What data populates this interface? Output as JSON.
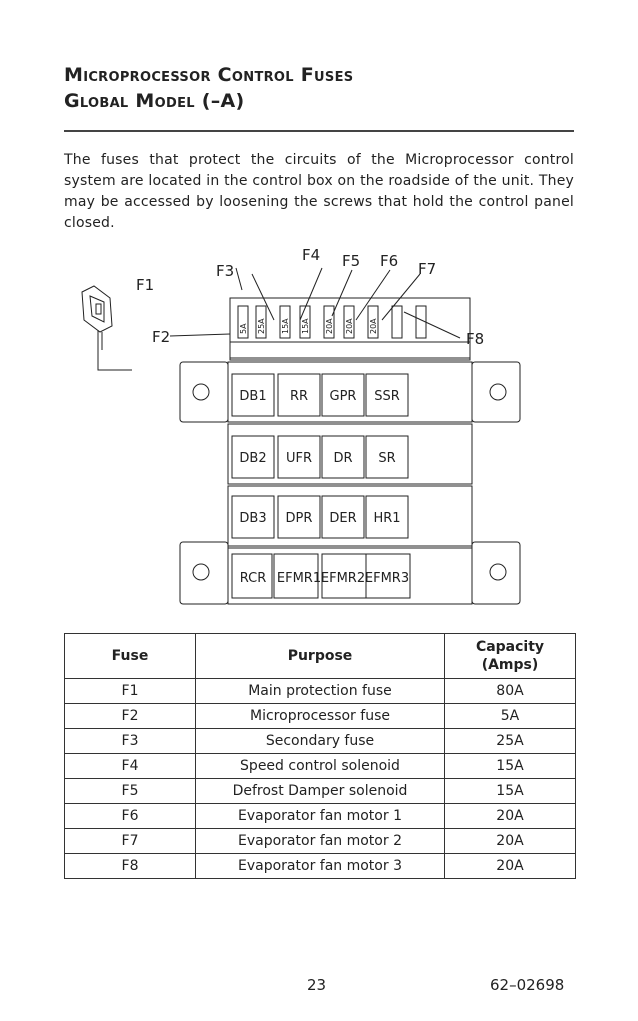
{
  "heading": {
    "line1": "Microprocessor Control Fuses",
    "line2": "Global Model (–A)"
  },
  "intro": "The fuses that protect the circuits of the Microprocessor control system are located in the control box on the roadside of the unit. They may be accessed by loosening the screws that hold the control  panel closed.",
  "diagram": {
    "callouts": [
      "F1",
      "F2",
      "F3",
      "F4",
      "F5",
      "F6",
      "F7",
      "F8"
    ],
    "fuse_ratings": [
      "5A",
      "25A",
      "15A",
      "15A",
      "20A",
      "20A",
      "20A"
    ],
    "relays": [
      [
        "DB1",
        "RR",
        "GPR",
        "SSR"
      ],
      [
        "DB2",
        "UFR",
        "DR",
        "SR"
      ],
      [
        "DB3",
        "DPR",
        "DER",
        "HR1"
      ],
      [
        "RCR",
        "EFMR1",
        "EFMR2",
        "EFMR3"
      ]
    ]
  },
  "table": {
    "headers": {
      "fuse": "Fuse",
      "purpose": "Purpose",
      "capacity_l1": "Capacity",
      "capacity_l2": "(Amps)"
    },
    "rows": [
      {
        "fuse": "F1",
        "purpose": "Main protection fuse",
        "capacity": "80A"
      },
      {
        "fuse": "F2",
        "purpose": "Microprocessor fuse",
        "capacity": "5A"
      },
      {
        "fuse": "F3",
        "purpose": "Secondary fuse",
        "capacity": "25A"
      },
      {
        "fuse": "F4",
        "purpose": "Speed control solenoid",
        "capacity": "15A"
      },
      {
        "fuse": "F5",
        "purpose": "Defrost Damper solenoid",
        "capacity": "15A"
      },
      {
        "fuse": "F6",
        "purpose": "Evaporator fan motor 1",
        "capacity": "20A"
      },
      {
        "fuse": "F7",
        "purpose": "Evaporator fan motor 2",
        "capacity": "20A"
      },
      {
        "fuse": "F8",
        "purpose": "Evaporator fan motor 3",
        "capacity": "20A"
      }
    ]
  },
  "footer": {
    "page": "23",
    "doc": "62–02698"
  }
}
